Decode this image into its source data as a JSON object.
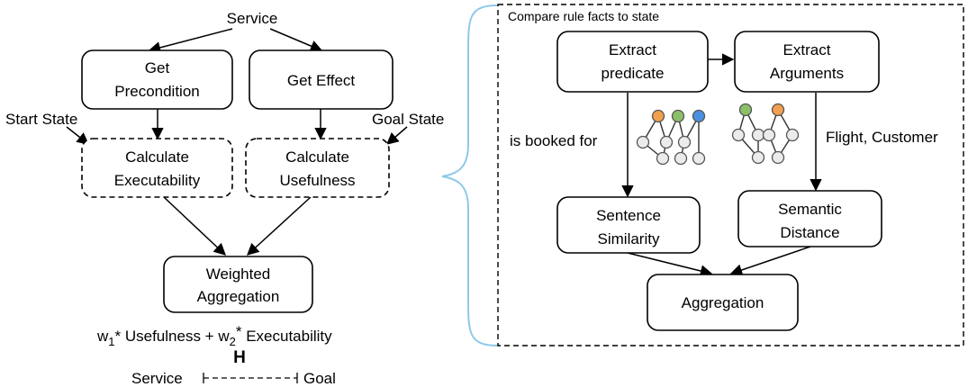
{
  "left": {
    "service": "Service",
    "get_precondition": [
      "Get",
      "Precondition"
    ],
    "get_effect": "Get Effect",
    "start_state": "Start State",
    "goal_state": "Goal State",
    "calc_exec": [
      "Calculate",
      "Executability"
    ],
    "calc_useful": [
      "Calculate",
      "Usefulness"
    ],
    "weighted": [
      "Weighted",
      "Aggregation"
    ],
    "formula": {
      "w1": "w",
      "sub1": "1",
      "mid": "* Usefulness + ",
      "w2": "w",
      "sub2": "2",
      "star": "*",
      "end": " Executability"
    },
    "h_label": "H",
    "service2": "Service",
    "goal": "Goal"
  },
  "right": {
    "title": "Compare rule facts to state",
    "extract_predicate": [
      "Extract",
      "predicate"
    ],
    "extract_arguments": [
      "Extract",
      "Arguments"
    ],
    "is_booked_for": "is booked for",
    "flight_customer": "Flight, Customer",
    "sentence_similarity": [
      "Sentence",
      "Similarity"
    ],
    "semantic_distance": [
      "Semantic",
      "Distance"
    ],
    "aggregation": "Aggregation"
  },
  "colors": {
    "orange": "#f0a050",
    "green": "#8cc068",
    "blue": "#4a90e2",
    "node_gray": "#ebebeb",
    "brace": "#8ec8ea"
  },
  "icons": [
    "graph-icon-predicate",
    "graph-icon-arguments"
  ]
}
